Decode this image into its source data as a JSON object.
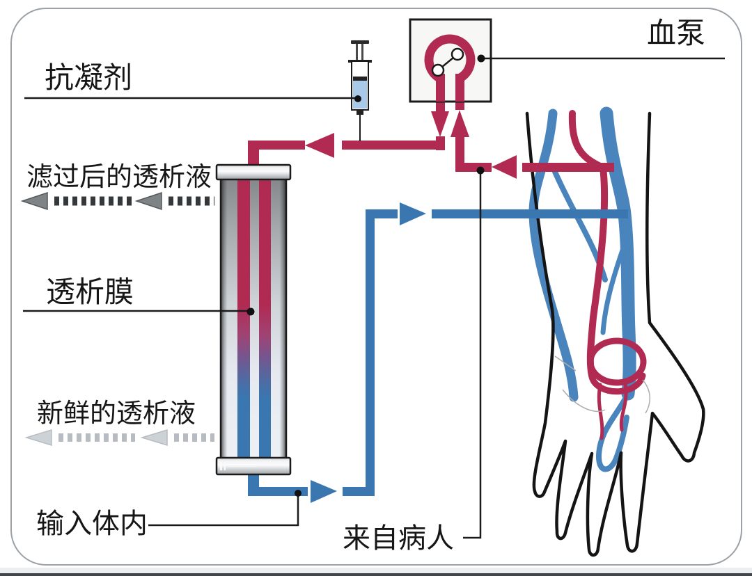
{
  "diagram": {
    "type": "hemodialysis-schematic",
    "labels": {
      "anticoagulant": "抗凝剂",
      "blood_pump": "血泵",
      "filtered_dialysate": "滤过后的透析液",
      "dialysis_membrane": "透析膜",
      "fresh_dialysate": "新鲜的透析液",
      "into_body": "输入体内",
      "from_patient": "来自病人"
    },
    "colors": {
      "arterial_line_red": "#b12a52",
      "venous_line_blue": "#3a76b0",
      "arm_vein_blue": "#4a84bd",
      "syringe_fluid_blue": "#a9c9e9",
      "filtered_dialysate_arrow_gray": "#7e8386",
      "fresh_dialysate_arrow_gray": "#cdd2d7",
      "leader_line_black": "#1a1a1a",
      "frame_border_gray": "#9ba1a6"
    }
  }
}
